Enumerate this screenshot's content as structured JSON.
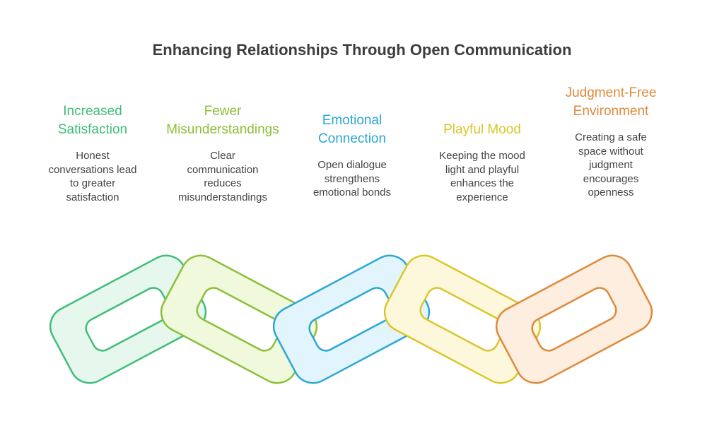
{
  "title": "Enhancing Relationships Through Open Communication",
  "items": [
    {
      "heading": "Increased\nSatisfaction",
      "description": "Honest\nconversations lead\nto greater\nsatisfaction",
      "color": "#3fbd7a",
      "fill": "#e6f8ee"
    },
    {
      "heading": "Fewer\nMisunderstandings",
      "description": "Clear\ncommunication\nreduces\nmisunderstandings",
      "color": "#8cbf3a",
      "fill": "#f0f9dc"
    },
    {
      "heading": "Emotional\nConnection",
      "description": "Open dialogue\nstrengthens\nemotional bonds",
      "color": "#2aa7d6",
      "fill": "#e3f5fc"
    },
    {
      "heading": "Playful Mood",
      "description": "Keeping the mood\nlight and playful\nenhances the\nexperience",
      "color": "#d9c72a",
      "fill": "#fdf8db"
    },
    {
      "heading": "Judgment-Free\nEnvironment",
      "description": "Creating a safe\nspace without\njudgment\nencourages\nopenness",
      "color": "#e0893a",
      "fill": "#fdeee0"
    }
  ]
}
